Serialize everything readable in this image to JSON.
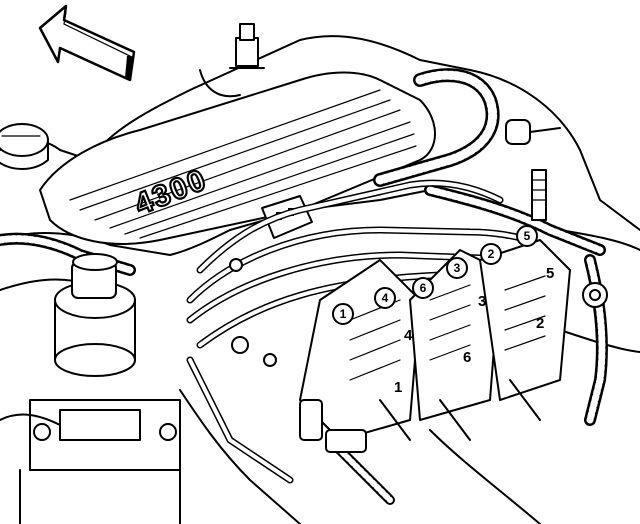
{
  "engine_cover_logo": "4300",
  "wire_circle_labels": [
    {
      "id": "1",
      "text": "1"
    },
    {
      "id": "4",
      "text": "4"
    },
    {
      "id": "6",
      "text": "6"
    },
    {
      "id": "3",
      "text": "3"
    },
    {
      "id": "2",
      "text": "2"
    },
    {
      "id": "5",
      "text": "5"
    }
  ],
  "coil_pack_labels": [
    {
      "id": "1",
      "text": "1"
    },
    {
      "id": "4",
      "text": "4"
    },
    {
      "id": "6",
      "text": "6"
    },
    {
      "id": "3",
      "text": "3"
    },
    {
      "id": "2",
      "text": "2"
    },
    {
      "id": "5",
      "text": "5"
    }
  ],
  "colors": {
    "line": "#000000",
    "background": "#ffffff"
  },
  "icons": {
    "direction": "front-of-vehicle-arrow-icon"
  }
}
